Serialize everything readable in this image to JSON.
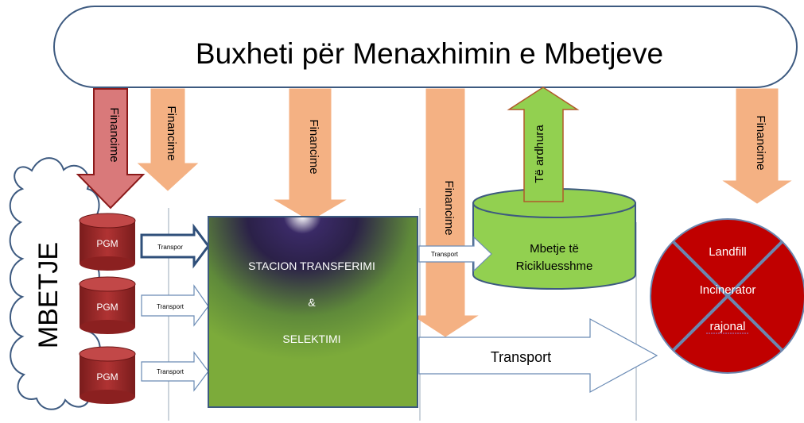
{
  "title": "Buxheti për Menaxhimin e Mbetjeve",
  "waste_cloud": {
    "label": "MBETJE"
  },
  "funding_arrows": [
    {
      "label": "Financime"
    },
    {
      "label": "Financime"
    },
    {
      "label": "Financime"
    },
    {
      "label": "Financime"
    },
    {
      "label": "Financime"
    }
  ],
  "income_arrow": {
    "label": "Të ardhura"
  },
  "pgm_units": [
    {
      "label": "PGM"
    },
    {
      "label": "PGM"
    },
    {
      "label": "PGM"
    }
  ],
  "small_transport_arrows": [
    {
      "label": "Transpor"
    },
    {
      "label": "Transport"
    },
    {
      "label": "Transport"
    }
  ],
  "transfer_station": {
    "line1": "STACION TRANSFERIMI",
    "line2": "&",
    "line3": "SELEKTIMI"
  },
  "recycling_transport": {
    "label": "Transport"
  },
  "recyclables": {
    "line1": "Mbetje të",
    "line2": "Ricikluesshme"
  },
  "main_transport": {
    "label": "Transport"
  },
  "final_disposal": {
    "line1": "Landfill",
    "line2": "Incinerator",
    "line3": "rajonal"
  },
  "colors": {
    "outline": "#3d5a80",
    "funding_arrow": "#f4b183",
    "pgm_funding_arrow": "#d9797a",
    "income_arrow": "#8fd14f",
    "pgm": "#a52a2a",
    "station_green": "#7cab3a",
    "station_dark": "#2b1d4a",
    "recycle_green": "#92d050",
    "disposal_red": "#c00000"
  }
}
